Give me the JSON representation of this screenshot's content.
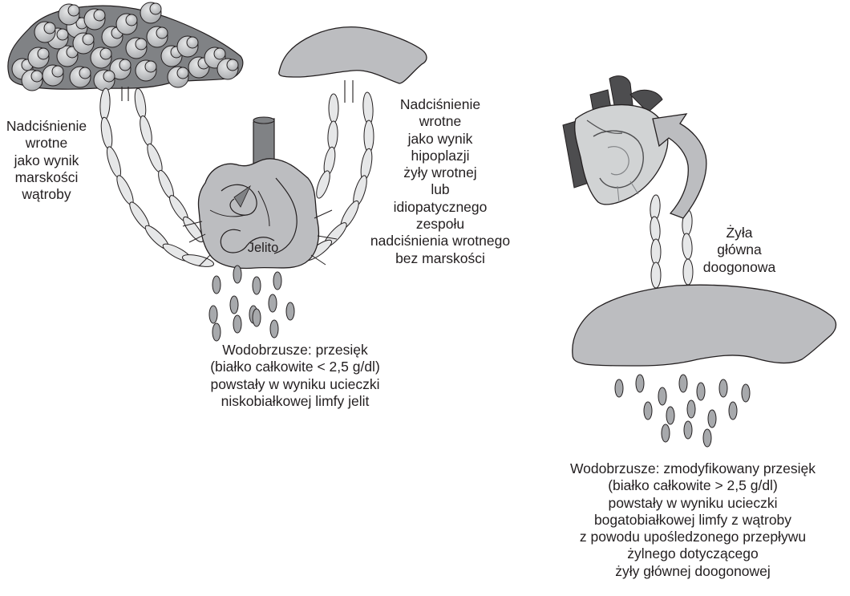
{
  "labels": {
    "cirrhosis_hypertension": [
      "Nadciśnienie",
      "wrotne",
      "jako wynik",
      "marskości",
      "wątroby"
    ],
    "hypoplasia_hypertension": [
      "Nadciśnienie",
      "wrotne",
      "jako wynik",
      "hipoplazji",
      "żyły wrotnej",
      "lub",
      "idiopatycznego",
      "zespołu",
      "nadciśnienia wrotnego",
      "bez marskości"
    ],
    "intestine": "Jelito",
    "ascites_transudate": [
      "Wodobrzusze: przesięk",
      "(białko całkowite < 2,5 g/dl)",
      "powstały w wyniku ucieczki",
      "niskobiałkowej limfy jelit"
    ],
    "caudal_vena_cava": [
      "Żyła",
      "główna",
      "doogonowa"
    ],
    "ascites_modified": [
      "Wodobrzusze: zmodyfikowany przesięk",
      "(białko całkowite > 2,5 g/dl)",
      "powstały w wyniku ucieczki",
      "bogatobiałkowej limfy z wątroby",
      "z powodu upośledzonego przepływu",
      "żylnego dotyczącego",
      "żyły głównej doogonowej"
    ]
  },
  "colors": {
    "organ_fill": "#bcbdc0",
    "organ_dark": "#808285",
    "outline": "#231f20",
    "lymph_vessel_fill": "#e6e7e8",
    "drop_fill": "#a7a9ac",
    "heart_dark": "#4d4d4f",
    "heart_light": "#d1d3d4"
  },
  "icons": [
    "cirrhotic-liver-icon",
    "normal-liver-icon",
    "intestine-icon",
    "heart-icon",
    "circulation-arrow-icon",
    "liver-right-icon"
  ]
}
